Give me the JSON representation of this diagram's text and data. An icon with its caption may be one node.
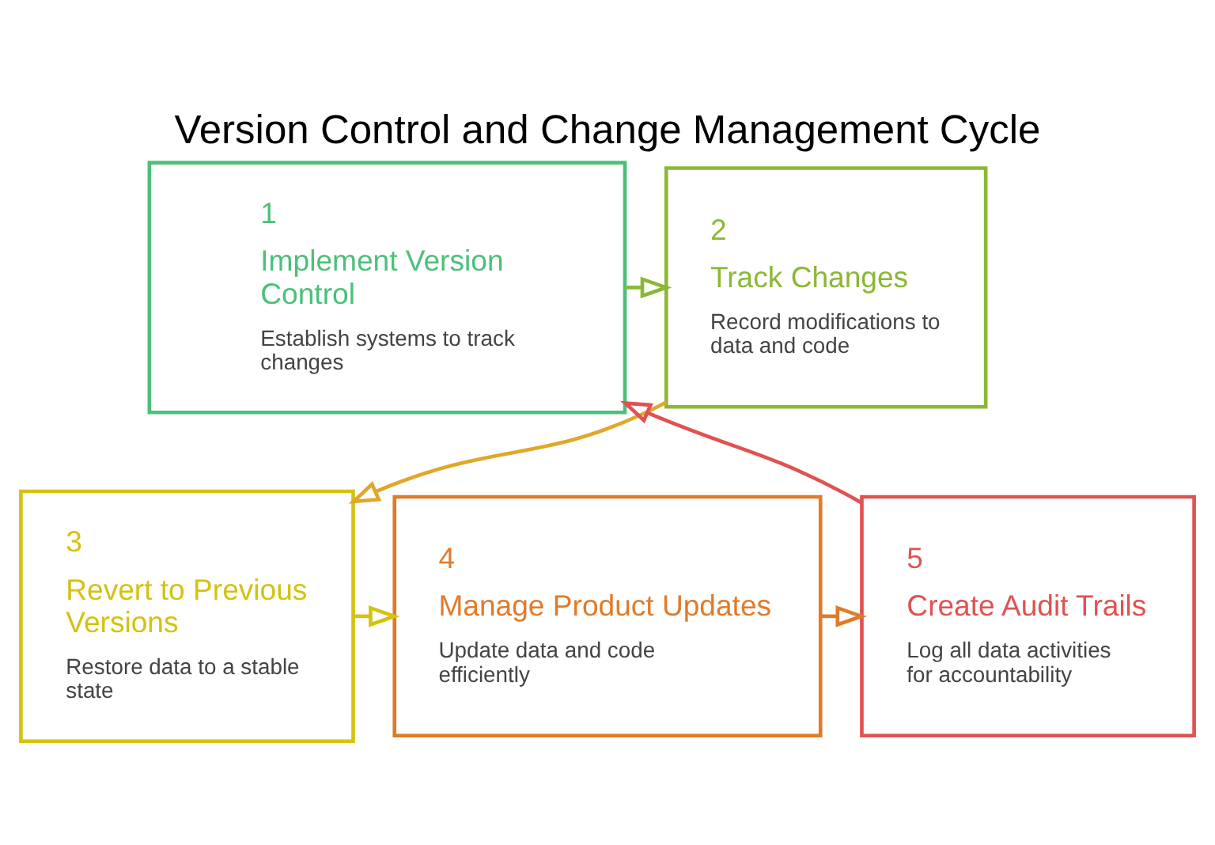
{
  "diagram": {
    "title": "Version Control and Change Management Cycle",
    "nodes": [
      {
        "text": [
          "1",
          "Implement Version Control",
          "Establish systems to track changes"
        ]
      },
      {
        "text": [
          "2",
          "Track Changes",
          "Record modifications to data and code"
        ]
      },
      {
        "text": [
          "3",
          "Revert to Previous Versions",
          "Restore data to a stable state"
        ]
      },
      {
        "text": [
          "4",
          "Manage Product Updates",
          "Update data and code efficiently"
        ]
      },
      {
        "text": [
          "5",
          "Create Audit Trails",
          "Log all data activities for accountability"
        ]
      }
    ],
    "edges": [
      {
        "from": 0,
        "to": 1,
        "arrow": "to",
        "color": "#8ab833"
      },
      {
        "from": 1,
        "to": 2,
        "arrow": "to",
        "color": "#e0a828"
      },
      {
        "from": 2,
        "to": 3,
        "arrow": "to",
        "color": "#d4c20f"
      },
      {
        "from": 3,
        "to": 4,
        "arrow": "to",
        "color": "#e07b2a"
      },
      {
        "from": 4,
        "to": 0,
        "arrow": "to",
        "color": "#e05252"
      }
    ]
  }
}
